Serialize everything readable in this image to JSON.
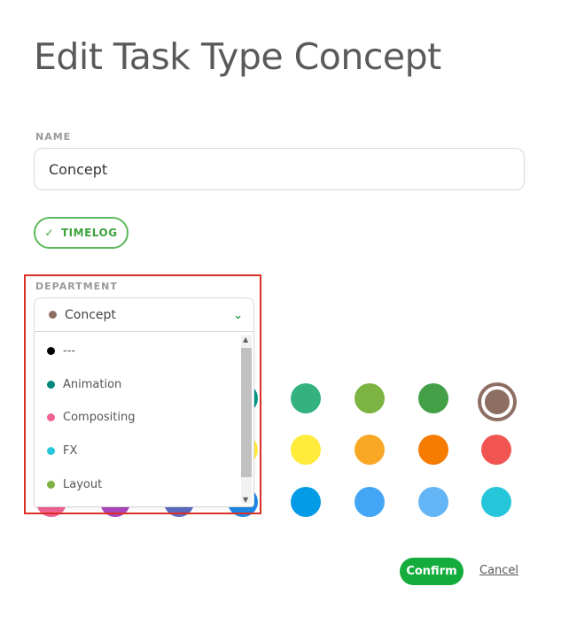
{
  "page": {
    "title": "Edit Task Type Concept"
  },
  "name_field": {
    "label": "NAME",
    "value": "Concept"
  },
  "timelog": {
    "label": "TIMELOG",
    "icon": "check-icon",
    "checked": true
  },
  "department": {
    "label": "DEPARTMENT",
    "selected": {
      "label": "Concept",
      "color": "#8d6e63"
    },
    "options": [
      {
        "label": "---",
        "color": "#000000"
      },
      {
        "label": "Animation",
        "color": "#00897b"
      },
      {
        "label": "Compositing",
        "color": "#f06292"
      },
      {
        "label": "FX",
        "color": "#26c6da"
      },
      {
        "label": "Layout",
        "color": "#7cb342"
      }
    ]
  },
  "color_palette": {
    "selected": "#8d6e63",
    "rows": [
      [
        "#009688",
        "#33b27f",
        "#7cb342",
        "#43a047",
        "#8d6e63"
      ],
      [
        "#ffeb3b",
        "#ffeb3b",
        "#f9a825",
        "#f57c00",
        "#f05552"
      ],
      [
        "#f06292",
        "#ab47bc",
        "#5c6bc0",
        "#1e88e5",
        "#039be5",
        "#42a5f5",
        "#64b5f6",
        "#26c6da"
      ]
    ]
  },
  "actions": {
    "confirm": "Confirm",
    "cancel": "Cancel"
  }
}
